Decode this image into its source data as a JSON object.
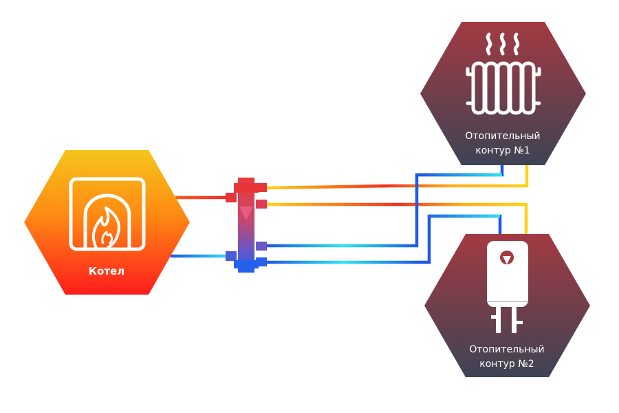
{
  "nodes": {
    "boiler": {
      "label": "Котел",
      "icon": "boiler-flame-icon"
    },
    "circuit1": {
      "line1": "Отопительный",
      "line2": "контур  №1",
      "icon": "radiator-icon"
    },
    "circuit2": {
      "line1": "Отопительный",
      "line2": "контур  №2",
      "icon": "water-heater-icon"
    }
  },
  "colors": {
    "hot": "#f42b1f",
    "warm": "#ffd700",
    "cold": "#1d57e6",
    "cool": "#2fe6f0",
    "node_dark_top": "#9a3a45",
    "node_dark_bottom": "#3f4252",
    "boiler_top": "#f5c51a",
    "boiler_bottom": "#ff1a1a"
  },
  "separator": {
    "name": "hydraulic-separator",
    "icon": "hydro-arrow-icon"
  }
}
